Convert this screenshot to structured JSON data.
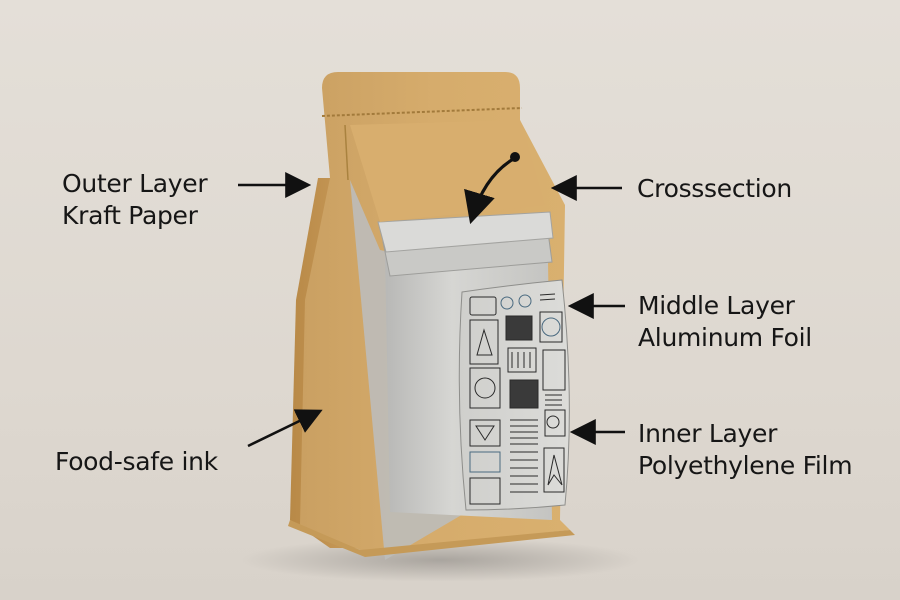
{
  "diagram": {
    "subject": "Kraft paper stand-up pouch with layer cross-section",
    "labels": [
      {
        "id": "outer",
        "lines": [
          "Outer Layer",
          "Kraft Paper"
        ]
      },
      {
        "id": "cross",
        "lines": [
          "Crosssection"
        ]
      },
      {
        "id": "middle",
        "lines": [
          "Middle Layer",
          "Aluminum Foil"
        ]
      },
      {
        "id": "inner",
        "lines": [
          "Inner Layer",
          "Polyethylene Film"
        ]
      },
      {
        "id": "ink",
        "lines": [
          "Food-safe ink"
        ]
      }
    ],
    "colors": {
      "background": "#e2ddd6",
      "kraft": "#d4a866",
      "kraft_shadow": "#b98a4a",
      "foil": "#cfcfcd",
      "text": "#161616"
    }
  }
}
